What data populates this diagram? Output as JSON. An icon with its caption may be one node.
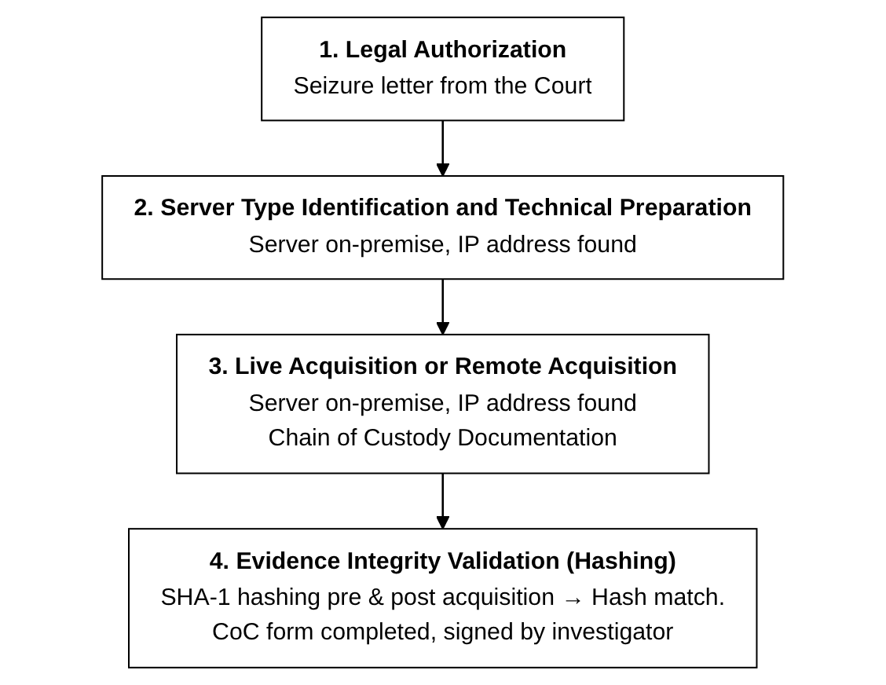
{
  "diagram": {
    "nodes": [
      {
        "text": [
          "1. Legal Authorization",
          "Seizure letter from the Court"
        ]
      },
      {
        "text": [
          "2. Server Type Identification and Technical Preparation",
          "Server on-premise, IP address found"
        ]
      },
      {
        "text": [
          "3. Live Acquisition or Remote Acquisition",
          "Server on-premise, IP address found",
          "Chain of Custody Documentation"
        ]
      },
      {
        "text": [
          "4. Evidence Integrity Validation (Hashing)",
          "SHA-1 hashing pre & post acquisition → Hash match.",
          "CoC form completed, signed by investigator"
        ]
      }
    ],
    "edges": [
      {
        "from": 0,
        "to": 1,
        "arrow": "to"
      },
      {
        "from": 1,
        "to": 2,
        "arrow": "to"
      },
      {
        "from": 2,
        "to": 3,
        "arrow": "to"
      }
    ]
  }
}
